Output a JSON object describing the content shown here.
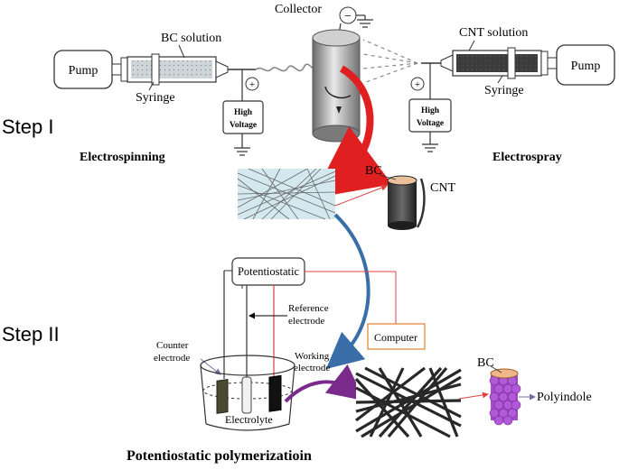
{
  "steps": {
    "step1": "Step I",
    "step2": "Step II"
  },
  "electrospinning": {
    "pump": "Pump",
    "solution": "BC solution",
    "syringe": "Syringe",
    "high_voltage_line1": "High",
    "high_voltage_line2": "Voltage",
    "plus": "+",
    "title": "Electrospinning"
  },
  "collector": {
    "label": "Collector",
    "minus": "−"
  },
  "electrospray": {
    "pump": "Pump",
    "solution": "CNT solution",
    "syringe": "Syringe",
    "high_voltage_line1": "High",
    "high_voltage_line2": "Voltage",
    "plus": "+",
    "title": "Electrospray"
  },
  "fiber_inset": {
    "bc": "BC",
    "cnt": "CNT"
  },
  "cell": {
    "potentiostatic": "Potentiostatic",
    "reference_line1": "Reference",
    "reference_line2": "electrode",
    "computer": "Computer",
    "counter_line1": "Counter",
    "counter_line2": "electrode",
    "working_line1": "Working",
    "working_line2": "electrode",
    "electrolyte": "Electrolyte",
    "title": "Potentiostatic polymerizatioin"
  },
  "product": {
    "bc": "BC",
    "polyindole": "Polyindole"
  },
  "colors": {
    "red_arrow": "#e02020",
    "blue_arrow": "#3a6ea8",
    "purple_arrow": "#7a2a8a",
    "thin_red": "#e04040",
    "fiber_bg": "#d4e8ef",
    "polymer": "#a64ad0"
  }
}
